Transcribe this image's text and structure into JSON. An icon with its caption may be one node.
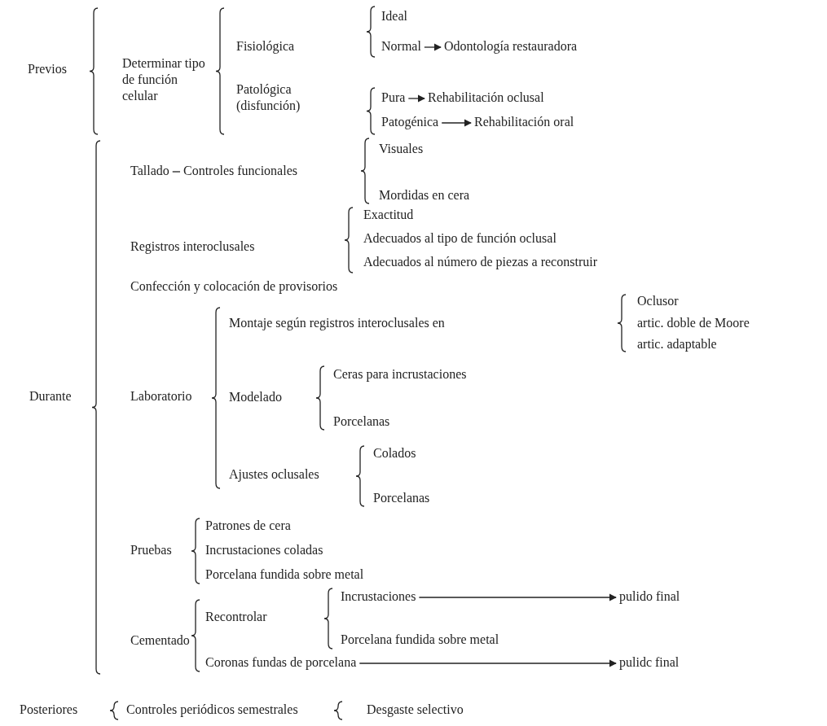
{
  "diagram": {
    "nodes": [
      {
        "text": [
          "Previos"
        ]
      },
      {
        "text": [
          "Determinar tipo de función celular"
        ]
      },
      {
        "text": [
          "Fisiológica"
        ]
      },
      {
        "text": [
          "Patológica (disfunción)"
        ]
      },
      {
        "text": [
          "Ideal"
        ]
      },
      {
        "text": [
          "Normal"
        ]
      },
      {
        "text": [
          "Odontología restauradora"
        ]
      },
      {
        "text": [
          "Pura"
        ]
      },
      {
        "text": [
          "Rehabilitación oclusal"
        ]
      },
      {
        "text": [
          "Patogénica"
        ]
      },
      {
        "text": [
          "Rehabilitación oral"
        ]
      },
      {
        "text": [
          "Durante"
        ]
      },
      {
        "text": [
          "Tallado"
        ]
      },
      {
        "text": [
          "Controles funcionales"
        ]
      },
      {
        "text": [
          "Visuales"
        ]
      },
      {
        "text": [
          "Mordidas en cera"
        ]
      },
      {
        "text": [
          "Registros interoclusales"
        ]
      },
      {
        "text": [
          "Exactitud"
        ]
      },
      {
        "text": [
          "Adecuados al tipo de función oclusal"
        ]
      },
      {
        "text": [
          "Adecuados al número de piezas a reconstruir"
        ]
      },
      {
        "text": [
          "Confección y colocación de provisorios"
        ]
      },
      {
        "text": [
          "Laboratorio"
        ]
      },
      {
        "text": [
          "Montaje según registros interoclusales en"
        ]
      },
      {
        "text": [
          "Oclusor"
        ]
      },
      {
        "text": [
          "artic. doble de Moore"
        ]
      },
      {
        "text": [
          "artic. adaptable"
        ]
      },
      {
        "text": [
          "Modelado"
        ]
      },
      {
        "text": [
          "Ceras para incrustaciones"
        ]
      },
      {
        "text": [
          "Porcelanas"
        ]
      },
      {
        "text": [
          "Ajustes oclusales"
        ]
      },
      {
        "text": [
          "Colados"
        ]
      },
      {
        "text": [
          "Porcelanas"
        ]
      },
      {
        "text": [
          "Pruebas"
        ]
      },
      {
        "text": [
          "Patrones de cera"
        ]
      },
      {
        "text": [
          "Incrustaciones coladas"
        ]
      },
      {
        "text": [
          "Porcelana fundida sobre metal"
        ]
      },
      {
        "text": [
          "Cementado"
        ]
      },
      {
        "text": [
          "Recontrolar"
        ]
      },
      {
        "text": [
          "Incrustaciones"
        ]
      },
      {
        "text": [
          "pulido final"
        ]
      },
      {
        "text": [
          "Porcelana fundida sobre metal"
        ]
      },
      {
        "text": [
          "Coronas fundas de porcelana"
        ]
      },
      {
        "text": [
          "pulidc final"
        ]
      },
      {
        "text": [
          "Posteriores"
        ]
      },
      {
        "text": [
          "Controles periódicos semestrales"
        ]
      },
      {
        "text": [
          "Desgaste selectivo"
        ]
      }
    ],
    "edges": [
      {
        "from": 5,
        "to": 6,
        "arrow": "to"
      },
      {
        "from": 7,
        "to": 8,
        "arrow": "to"
      },
      {
        "from": 9,
        "to": 10,
        "arrow": "to"
      },
      {
        "from": 12,
        "to": 13,
        "arrow": "none"
      },
      {
        "from": 38,
        "to": 39,
        "arrow": "to"
      },
      {
        "from": 41,
        "to": 42,
        "arrow": "to"
      }
    ]
  }
}
